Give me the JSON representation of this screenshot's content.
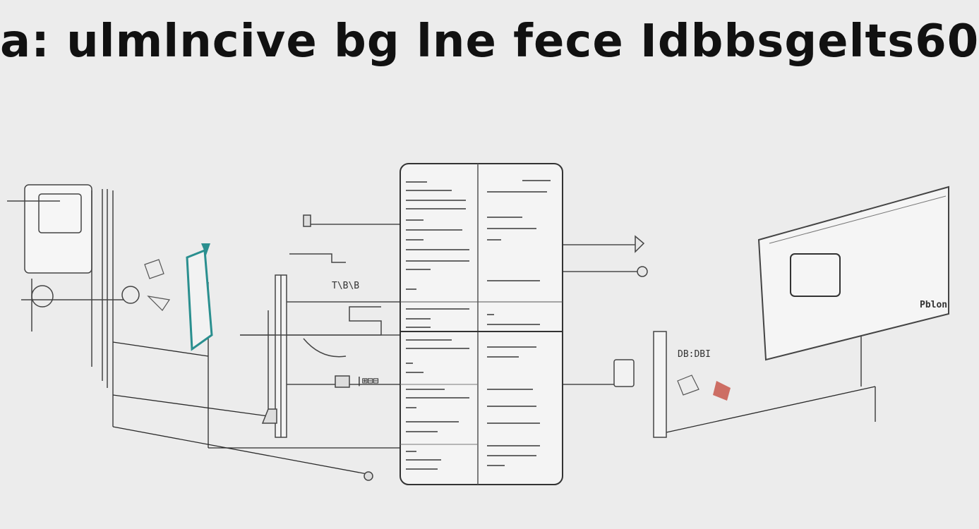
{
  "header": {
    "title": "a: ulmlncive bg lne fece Idbbsgelts60"
  },
  "colors": {
    "background": "#ececec",
    "line": "#2b2b2b",
    "accent_teal": "#2a8f8f",
    "accent_red": "#c0392b"
  },
  "labels": {
    "left_label": "T\\B\\B",
    "mid_label": "|⊞⊟⊟",
    "right_tag": "Pblon",
    "right_mid": "DB:DBI"
  }
}
